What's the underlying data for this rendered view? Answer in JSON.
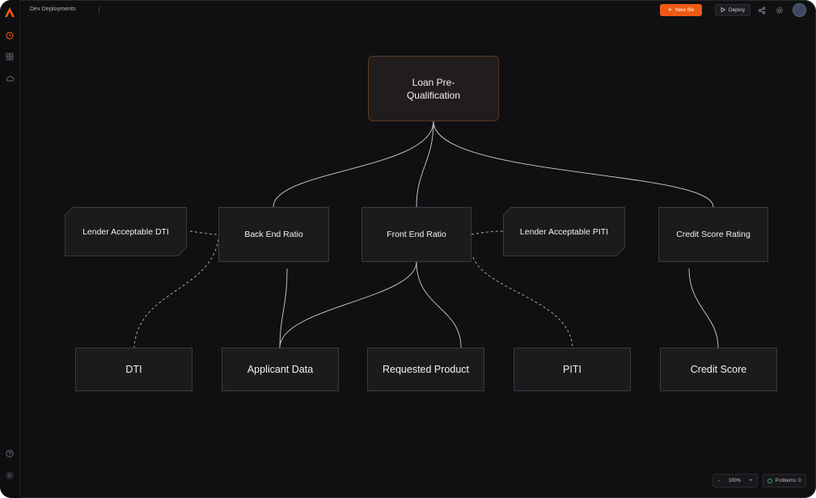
{
  "app": {
    "title": "Dev Deployments",
    "accent": "#ef5a13"
  },
  "toolbar": {
    "new_file_label": "New file",
    "deploy_label": "Deploy",
    "icons": [
      "share-icon",
      "settings-icon"
    ]
  },
  "sidebar": {
    "items": [
      "history-icon",
      "grid-icon",
      "cloud-icon"
    ],
    "bottom": [
      "help-icon",
      "settings-icon"
    ]
  },
  "diagram": {
    "root": "Loan Pre-Qualification",
    "nodes": {
      "lender_dti": "Lender Acceptable DTI",
      "back_end": "Back End Ratio",
      "front_end": "Front End Ratio",
      "lender_piti": "Lender Acceptable PITI",
      "credit_rating": "Credit Score Rating",
      "dti": "DTI",
      "applicant": "Applicant Data",
      "requested": "Requested Product",
      "piti": "PITI",
      "credit_score": "Credit Score"
    }
  },
  "status": {
    "zoom": "100%",
    "zoom_out": "-",
    "zoom_in": "+",
    "problems": "Problems: 0"
  }
}
